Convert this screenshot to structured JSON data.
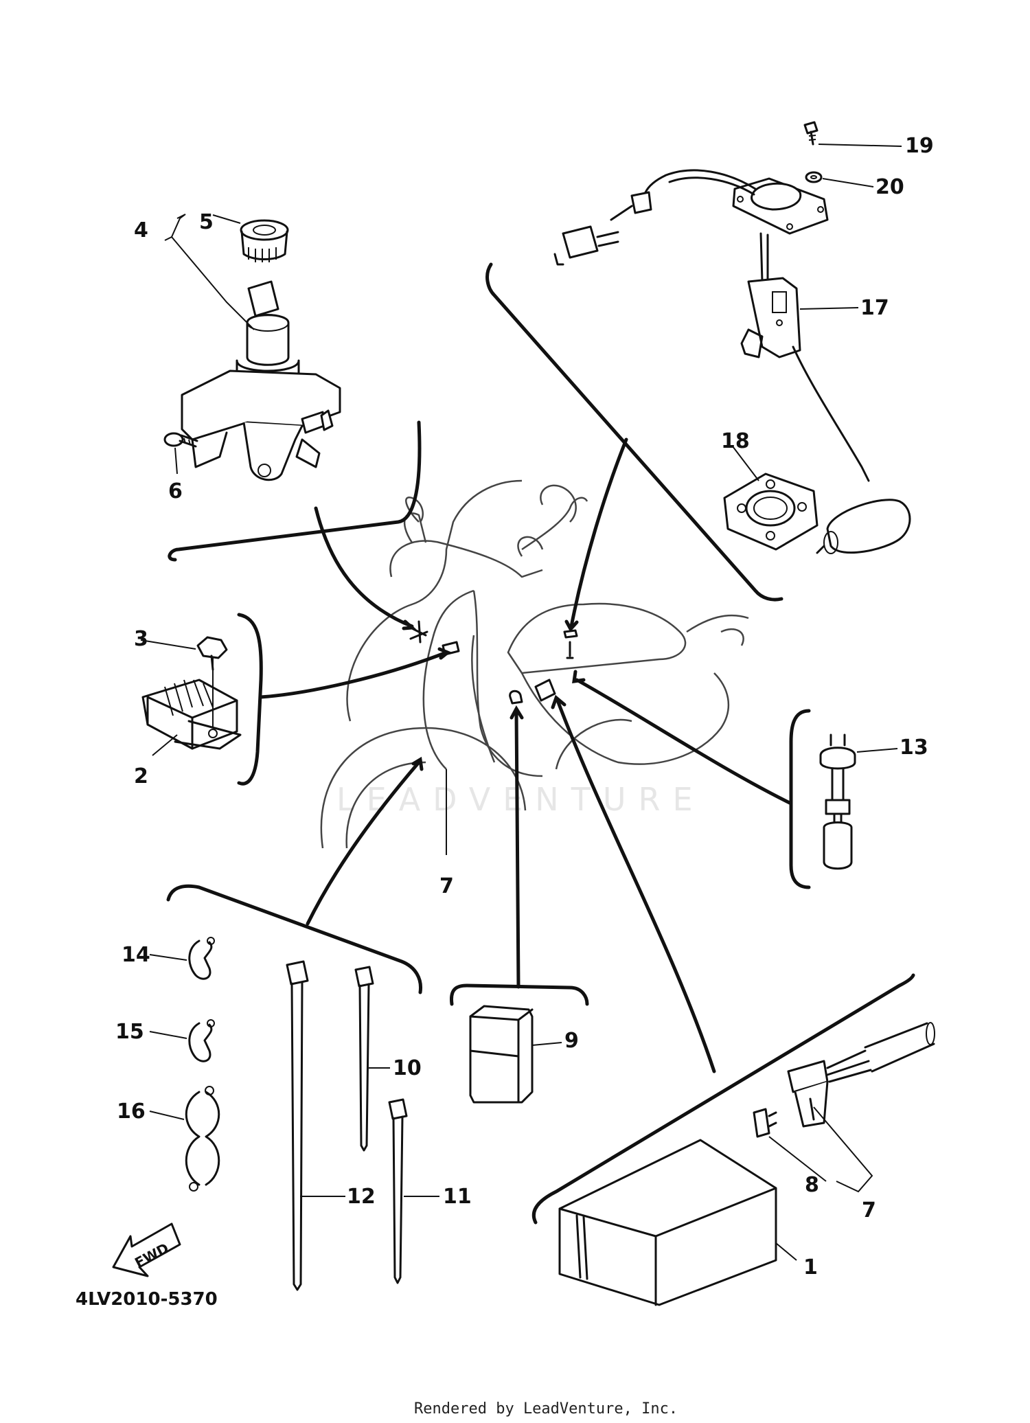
{
  "diagram": {
    "callouts": {
      "c1": "1",
      "c2": "2",
      "c3": "3",
      "c4": "4",
      "c5": "5",
      "c6": "6",
      "c7_center": "7",
      "c7_bottom": "7",
      "c8": "8",
      "c9": "9",
      "c10": "10",
      "c11": "11",
      "c12": "12",
      "c13": "13",
      "c14": "14",
      "c15": "15",
      "c16": "16",
      "c17": "17",
      "c18": "18",
      "c19": "19",
      "c20": "20"
    },
    "direction_label": "FWD",
    "part_code": "4LV2010-5370",
    "watermark": "LEADVENTURE",
    "footer": "Rendered by LeadVenture, Inc."
  }
}
